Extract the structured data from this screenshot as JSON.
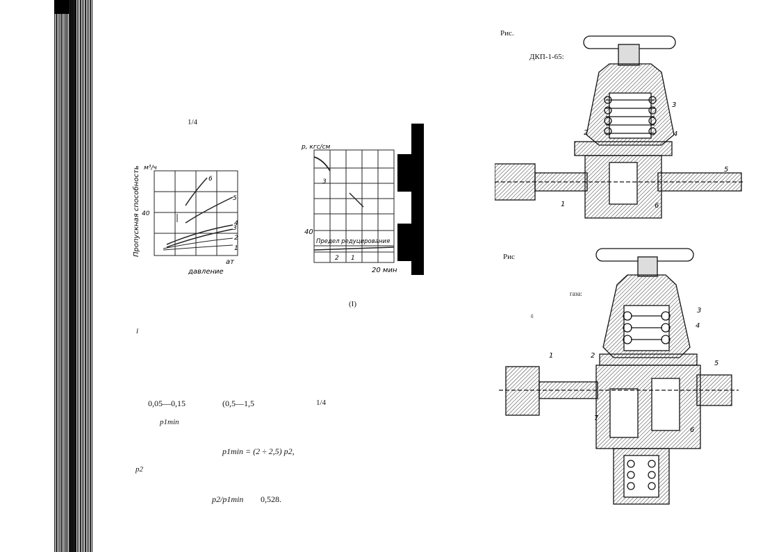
{
  "left_page": {
    "fraction_top": "1/4",
    "fig_label": "(I)",
    "marker_i": "I",
    "range_text_1": "0,05—0,15",
    "range_text_2": "(0,5—1,5",
    "fraction_mid": "1/4",
    "p1min_label": "p1min",
    "formula": "p1min = (2 ÷ 2,5) p2,",
    "p2_label": "p2",
    "ratio_formula": "p2/p1min",
    "ratio_value": "0,528."
  },
  "chart_left": {
    "y_unit": "м³/ч",
    "y_label": "Пропускная способность",
    "y_tick": "40",
    "x_unit": "ат",
    "x_label": "давление",
    "curve_labels": [
      "6",
      "5",
      "4",
      "3",
      "2",
      "1"
    ]
  },
  "chart_right": {
    "y_unit": "p, кгс/см",
    "y_tick": "40",
    "annotation": "Предел редуцирования",
    "curve_labels": [
      "3",
      "2",
      "1"
    ],
    "x_unit": "20 мин"
  },
  "right_page": {
    "fig_top_label": "Рис.",
    "model_label": "ДКП-1-65:",
    "fig_bottom_label": "Рис",
    "gas_label": "газа:",
    "b_label": "б",
    "top_callouts": [
      "3",
      "2",
      "4",
      "5",
      "1",
      "6"
    ],
    "bottom_callouts": [
      "3",
      "4",
      "2",
      "1",
      "5",
      "7",
      "6"
    ]
  },
  "colors": {
    "ink": "#111111",
    "paper": "#ffffff"
  }
}
